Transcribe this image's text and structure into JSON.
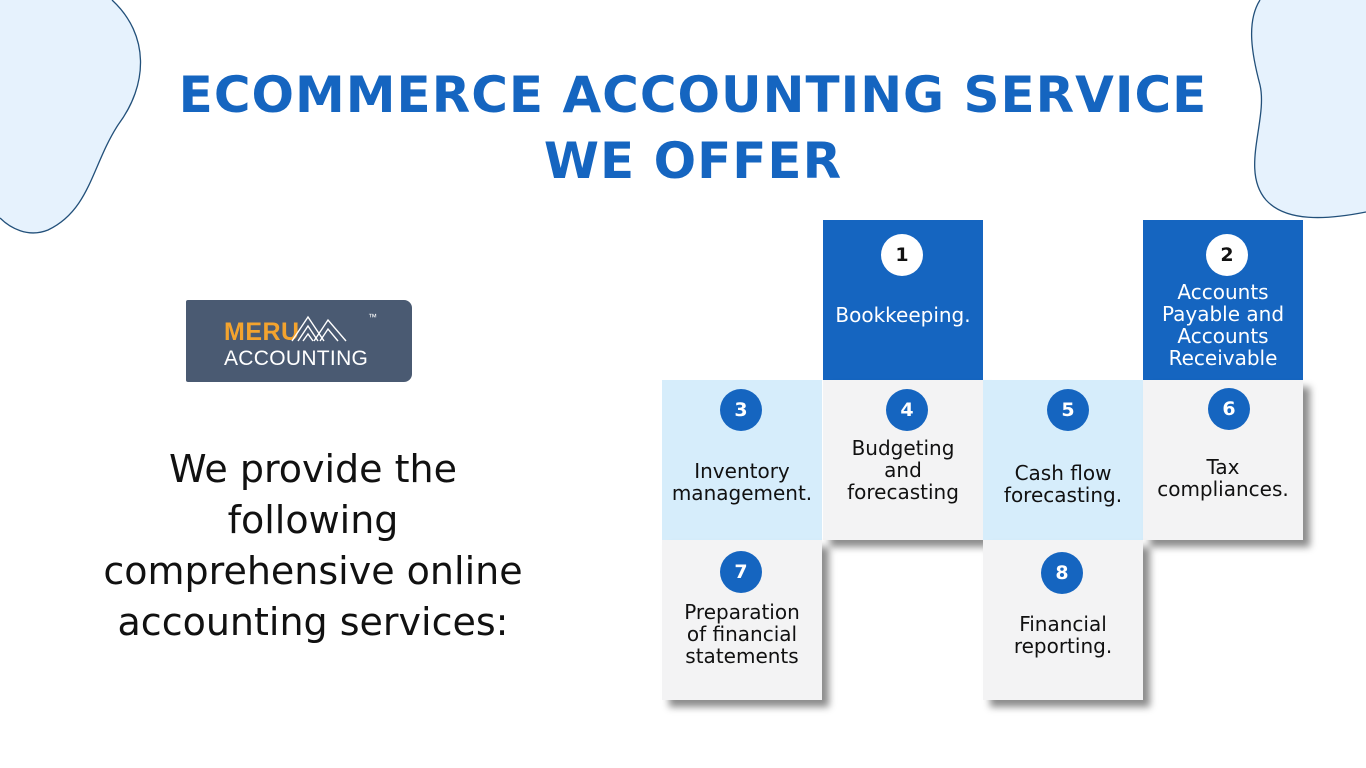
{
  "heading": {
    "line1": "ECOMMERCE ACCOUNTING SERVICE",
    "line2": "WE OFFER"
  },
  "logo": {
    "brand": "MERU",
    "sub": "ACCOUNTING",
    "tm": "™"
  },
  "intro": {
    "line1": "We provide the",
    "line2": "following",
    "line3": "comprehensive online",
    "line4": "accounting services:"
  },
  "services": [
    {
      "num": "1",
      "line1": "Bookkeeping."
    },
    {
      "num": "2",
      "line1": "Accounts",
      "line2": "Payable and",
      "line3": "Accounts",
      "line4": "Receivable"
    },
    {
      "num": "3",
      "line1": "Inventory",
      "line2": "management."
    },
    {
      "num": "4",
      "line1": "Budgeting",
      "line2": "and",
      "line3": "forecasting"
    },
    {
      "num": "5",
      "line1": "Cash flow",
      "line2": "forecasting."
    },
    {
      "num": "6",
      "line1": "Tax",
      "line2": "compliances."
    },
    {
      "num": "7",
      "line1": "Preparation",
      "line2": "of financial",
      "line3": "statements"
    },
    {
      "num": "8",
      "line1": "Financial",
      "line2": "reporting."
    }
  ],
  "colors": {
    "accent": "#1565c0",
    "light_tile": "#d6edfb",
    "gray_tile": "#f3f3f4",
    "logo_bg": "#4a5a72",
    "logo_brand": "#f3a32e"
  }
}
